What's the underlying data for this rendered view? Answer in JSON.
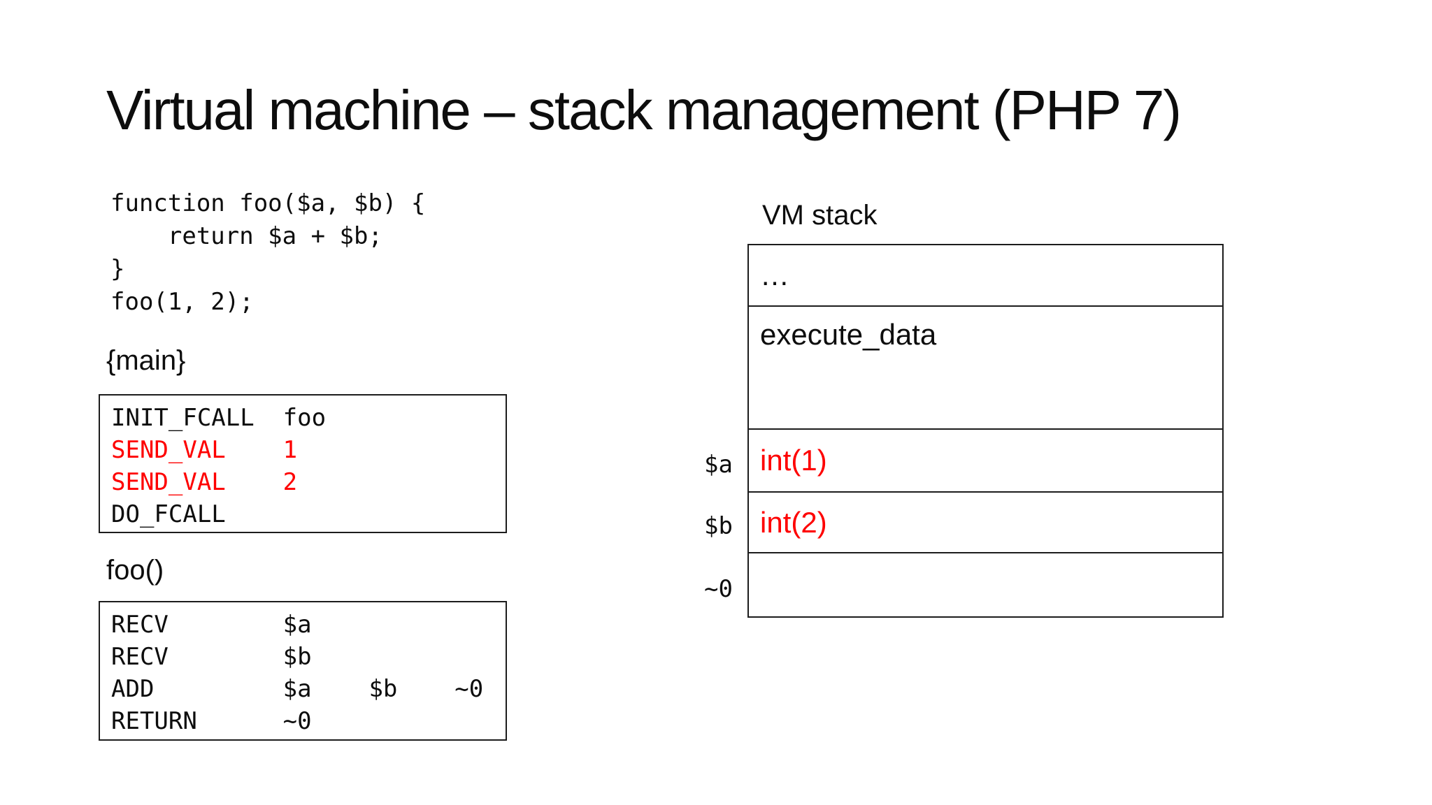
{
  "colors": {
    "red": "#fe0000",
    "ink": "#0d0d0d",
    "border": "#1c1c1c"
  },
  "slide": {
    "title": "Virtual machine – stack management (PHP 7)"
  },
  "code_snippet": {
    "lines": [
      "function foo($a, $b) {",
      "    return $a + $b;",
      "}",
      "foo(1, 2);"
    ]
  },
  "main_frame": {
    "label": "{main}",
    "opcodes": [
      {
        "text": "INIT_FCALL  foo",
        "red": false
      },
      {
        "text": "SEND_VAL    1",
        "red": true
      },
      {
        "text": "SEND_VAL    2",
        "red": true
      },
      {
        "text": "DO_FCALL",
        "red": false
      }
    ]
  },
  "foo_frame": {
    "label": "foo()",
    "opcodes": [
      {
        "text": "RECV        $a",
        "red": false
      },
      {
        "text": "RECV        $b",
        "red": false
      },
      {
        "text": "ADD         $a    $b    ~0",
        "red": false
      },
      {
        "text": "RETURN      ~0",
        "red": false
      }
    ]
  },
  "vm_stack": {
    "label": "VM stack",
    "cells": [
      {
        "text": "…",
        "red": false,
        "row_label": ""
      },
      {
        "text": "execute_data",
        "red": false,
        "row_label": ""
      },
      {
        "text": "int(1)",
        "red": true,
        "row_label": "$a"
      },
      {
        "text": "int(2)",
        "red": true,
        "row_label": "$b"
      },
      {
        "text": "",
        "red": false,
        "row_label": "~0"
      }
    ]
  }
}
